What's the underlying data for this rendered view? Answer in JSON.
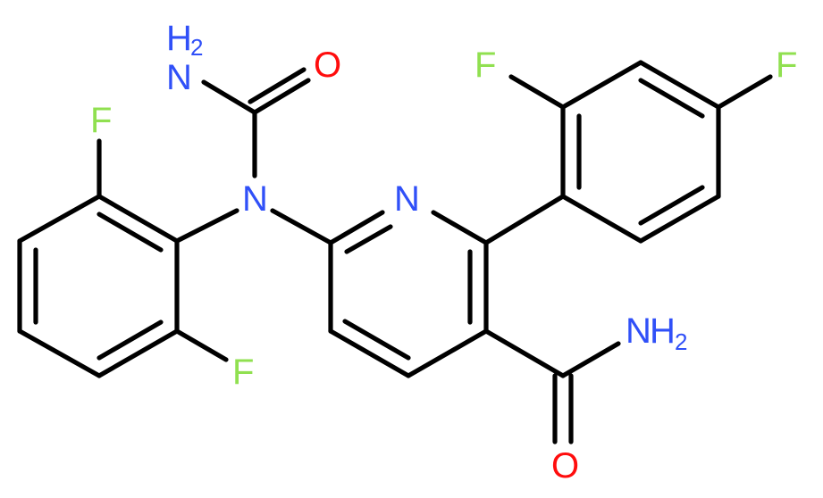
{
  "molecule": {
    "atoms": {
      "n_amide_top": {
        "element": "N",
        "sub": "2",
        "prefix": "H"
      },
      "o_top": {
        "element": "O"
      },
      "n_central": {
        "element": "N"
      },
      "n_pyridine": {
        "element": "N"
      },
      "f_left_top": {
        "element": "F"
      },
      "f_left_bottom": {
        "element": "F"
      },
      "f_right_ortho": {
        "element": "F"
      },
      "f_right_para": {
        "element": "F"
      },
      "n_amide_right": {
        "element": "N",
        "sub": "2",
        "prefix": "H"
      },
      "o_bottom": {
        "element": "O"
      }
    },
    "colors": {
      "bond": "#000000",
      "nitrogen": "#3050F8",
      "oxygen": "#FF0D0D",
      "fluorine": "#90E050"
    }
  }
}
